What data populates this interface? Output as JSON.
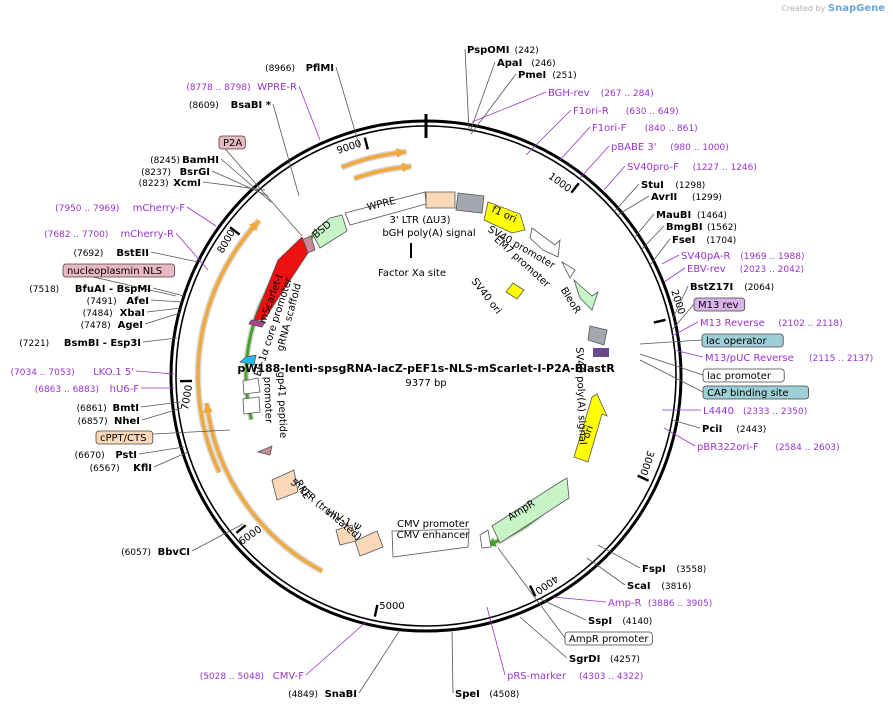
{
  "credit": {
    "prefix": "Created by",
    "brand": "SnapGene"
  },
  "plasmid": {
    "name": "pW188-lenti-spsgRNA-lacZ-pEF1s-NLS-mScarlet-I-P2A-BlastR",
    "length": "9377 bp"
  },
  "ticks": [
    "1000",
    "2000",
    "3000",
    "4000",
    "5000",
    "6000",
    "7000",
    "8000",
    "9000"
  ],
  "enzymes": [
    {
      "name": "PspOMI",
      "pos": "(242)"
    },
    {
      "name": "ApaI",
      "pos": "(246)"
    },
    {
      "name": "PmeI",
      "pos": "(251)"
    },
    {
      "name": "StuI",
      "pos": "(1298)"
    },
    {
      "name": "AvrII",
      "pos": "(1299)"
    },
    {
      "name": "MauBI",
      "pos": "(1464)"
    },
    {
      "name": "BmgBI",
      "pos": "(1562)"
    },
    {
      "name": "FseI",
      "pos": "(1704)"
    },
    {
      "name": "BstZ17I",
      "pos": "(2064)"
    },
    {
      "name": "PciI",
      "pos": "(2443)"
    },
    {
      "name": "FspI",
      "pos": "(3558)"
    },
    {
      "name": "ScaI",
      "pos": "(3816)"
    },
    {
      "name": "SspI",
      "pos": "(4140)"
    },
    {
      "name": "SgrDI",
      "pos": "(4257)"
    },
    {
      "name": "SpeI",
      "pos": "(4508)"
    },
    {
      "name": "SnaBI",
      "pos": "(4849)"
    },
    {
      "name": "BbvCI",
      "pos": "(6057)"
    },
    {
      "name": "KflI",
      "pos": "(6567)"
    },
    {
      "name": "PstI",
      "pos": "(6670)"
    },
    {
      "name": "NheI",
      "pos": "(6857)"
    },
    {
      "name": "BmtI",
      "pos": "(6861)"
    },
    {
      "name": "BsmBI - Esp3I",
      "pos": "(7221)"
    },
    {
      "name": "AgeI",
      "pos": "(7478)"
    },
    {
      "name": "XbaI",
      "pos": "(7484)"
    },
    {
      "name": "AfeI",
      "pos": "(7491)"
    },
    {
      "name": "BfuAI - BspMI",
      "pos": "(7518)"
    },
    {
      "name": "BstEII",
      "pos": "(7692)"
    },
    {
      "name": "XcmI",
      "pos": "(8223)"
    },
    {
      "name": "BsrGI",
      "pos": "(8237)"
    },
    {
      "name": "BamHI",
      "pos": "(8245)"
    },
    {
      "name": "BsaBI *",
      "pos": "(8609)"
    },
    {
      "name": "PflMI",
      "pos": "(8966)"
    }
  ],
  "primers": [
    {
      "name": "BGH-rev",
      "range": "(267 .. 284)"
    },
    {
      "name": "F1ori-R",
      "range": "(630 .. 649)"
    },
    {
      "name": "F1ori-F",
      "range": "(840 .. 861)"
    },
    {
      "name": "pBABE 3'",
      "range": "(980 .. 1000)"
    },
    {
      "name": "SV40pro-F",
      "range": "(1227 .. 1246)"
    },
    {
      "name": "SV40pA-R",
      "range": "(1969 .. 1988)"
    },
    {
      "name": "EBV-rev",
      "range": "(2023 .. 2042)"
    },
    {
      "name": "M13 Reverse",
      "range": "(2102 .. 2118)"
    },
    {
      "name": "M13/pUC Reverse",
      "range": "(2115 .. 2137)"
    },
    {
      "name": "L4440",
      "range": "(2333 .. 2350)"
    },
    {
      "name": "pBR322ori-F",
      "range": "(2584 .. 2603)"
    },
    {
      "name": "Amp-R",
      "range": "(3886 .. 3905)"
    },
    {
      "name": "pRS-marker",
      "range": "(4303 .. 4322)"
    },
    {
      "name": "CMV-F",
      "range": "(5028 .. 5048)"
    },
    {
      "name": "hU6-F",
      "range": "(6863 .. 6883)"
    },
    {
      "name": "LKO.1 5'",
      "range": "(7034 .. 7053)"
    },
    {
      "name": "mCherry-R",
      "range": "(7682 .. 7700)"
    },
    {
      "name": "mCherry-F",
      "range": "(7950 .. 7969)"
    },
    {
      "name": "WPRE-R",
      "range": "(8778 .. 8798)"
    }
  ],
  "boxed_labels": [
    {
      "name": "M13 rev",
      "fill": "#d9b3ea"
    },
    {
      "name": "lac operator",
      "fill": "#9ecfd6"
    },
    {
      "name": "lac promoter",
      "fill": "#ffffff"
    },
    {
      "name": "CAP binding site",
      "fill": "#9ecfd6"
    },
    {
      "name": "AmpR promoter",
      "fill": "#ffffff"
    },
    {
      "name": "cPPT/CTS",
      "fill": "#fbd9b8"
    },
    {
      "name": "nucleoplasmin NLS",
      "fill": "#e8b8c3"
    },
    {
      "name": "P2A",
      "fill": "#e8b8c3"
    }
  ],
  "features": {
    "wpre": "WPRE",
    "ltr3": "3' LTR (ΔU3)",
    "bgh": "bGH poly(A) signal",
    "f1ori": "f1 ori",
    "sv40prom": "SV40 promoter",
    "em7": "EM7 promoter",
    "bleor": "BleoR",
    "sv40ori": "SV40 ori",
    "factorxa": "Factor Xa site",
    "sv40pa": "SV40 poly(A) signal",
    "ori": "ori",
    "ampr": "AmpR",
    "cmvprom": "CMV promoter",
    "cmvenh": "CMV enhancer",
    "hiv": "HIV-1 Ψ",
    "ltr5": "5' LTR (truncated)",
    "rre": "RRE",
    "gp41": "gp41 peptide",
    "promoter": "promoter",
    "bsd": "BSD",
    "mscarlet": "mScarlet-I",
    "ef1a": "EF-1α core promoter",
    "grna": "gRNA scaffold"
  },
  "colors": {
    "primer": "#9933cc",
    "orange_arc": "#f2a93b",
    "green_arc": "#4aa02c",
    "ampr": "#c8f5c8",
    "yellow": "#ffff00",
    "grey": "#a3a8ae",
    "tan": "#fbd9b8",
    "red": "#ee1111",
    "cyan": "#22bbee",
    "pink": "#c98a96"
  }
}
